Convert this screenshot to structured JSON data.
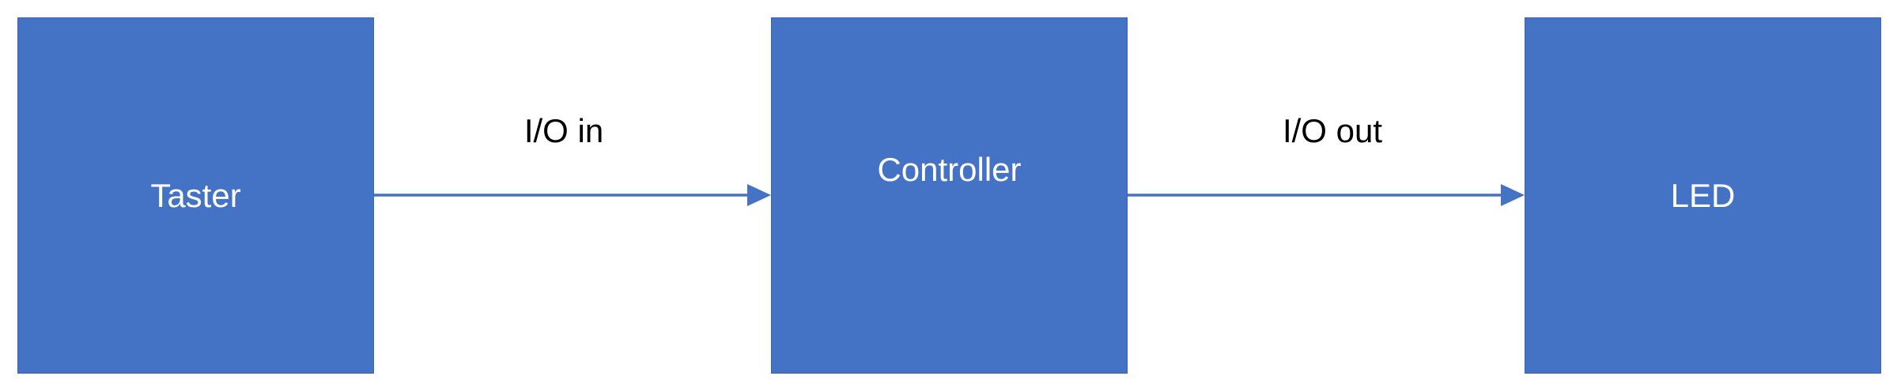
{
  "nodes": {
    "taster": "Taster",
    "controller": "Controller",
    "led": "LED"
  },
  "edges": {
    "in": "I/O in",
    "out": "I/O out"
  },
  "colors": {
    "box_fill": "#4472C4",
    "arrow": "#4472C4",
    "box_text": "#ffffff",
    "edge_text": "#000000"
  }
}
